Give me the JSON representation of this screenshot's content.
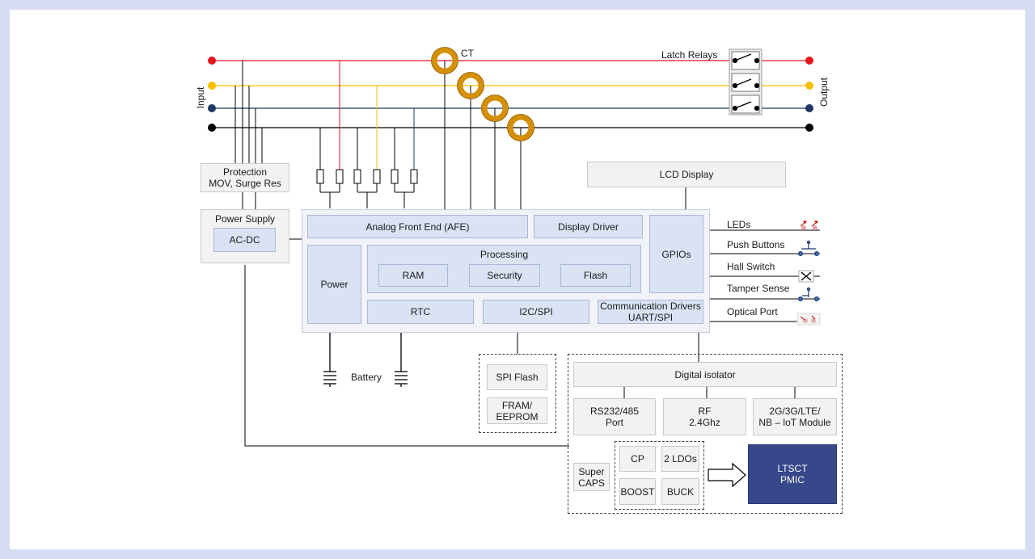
{
  "labels": {
    "ct": "CT",
    "latch_relays": "Latch Relays",
    "input": "Input",
    "output": "Output",
    "battery": "Battery"
  },
  "blocks": {
    "protection": "Protection\nMOV, Surge Res",
    "power_supply": "Power Supply",
    "ac_dc": "AC-DC",
    "lcd_display": "LCD Display",
    "afe": "Analog Front End (AFE)",
    "display_driver": "Display Driver",
    "gpios": "GPIOs",
    "power": "Power",
    "processing": "Processing",
    "ram": "RAM",
    "security": "Security",
    "flash": "Flash",
    "rtc": "RTC",
    "i2c_spi": "I2C/SPI",
    "comm_drivers": "Communication Drivers\nUART/SPI",
    "spi_flash": "SPI Flash",
    "fram_eeprom": "FRAM/\nEEPROM",
    "digital_isolator": "Digital isolator",
    "rs232": "RS232/485\nPort",
    "rf": "RF\n2.4Ghz",
    "cellular": "2G/3G/LTE/\nNB – loT Module",
    "super_caps": "Super\nCAPS",
    "cp": "CP",
    "ldos": "2 LDOs",
    "boost": "BOOST",
    "buck": "BUCK",
    "pmic": "LTSCT\nPMIC"
  },
  "peripherals": [
    "LEDs",
    "Push Buttons",
    "Hall Switch",
    "Tamper Sense",
    "Optical Port"
  ],
  "colors": {
    "phase_red": "#e8141b",
    "phase_yellow": "#f5c000",
    "phase_blue": "#1f3864",
    "neutral": "#000000",
    "ct_coil": "#d4900a",
    "pmic_fill": "#36478a",
    "block_blue": "#dae3f3"
  }
}
